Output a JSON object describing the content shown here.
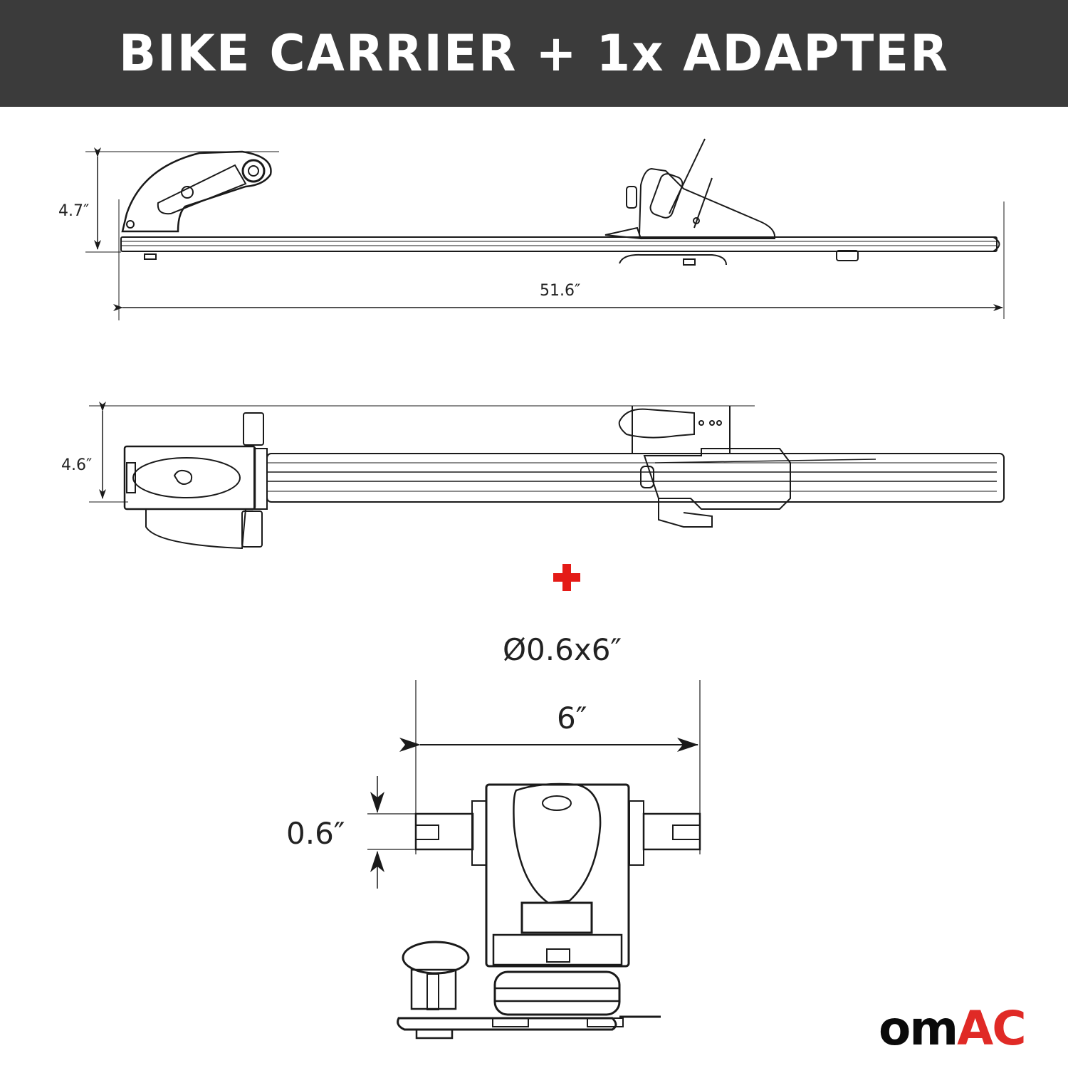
{
  "header": {
    "title": "BIKE CARRIER + 1x ADAPTER",
    "background": "#3b3b3b",
    "text_color": "#ffffff"
  },
  "side_view": {
    "height_label": "4.7″",
    "length_label": "51.6″"
  },
  "top_view": {
    "width_label": "4.6″"
  },
  "separator": {
    "icon": "plus-icon",
    "color": "#e41b17"
  },
  "adapter": {
    "spec_label": "Ø0.6x6″",
    "width_label": "6″",
    "diameter_label": "0.6″"
  },
  "logo": {
    "part1": "om",
    "part2": "AC",
    "black": "#0a0a0a",
    "red": "#e02a26"
  }
}
